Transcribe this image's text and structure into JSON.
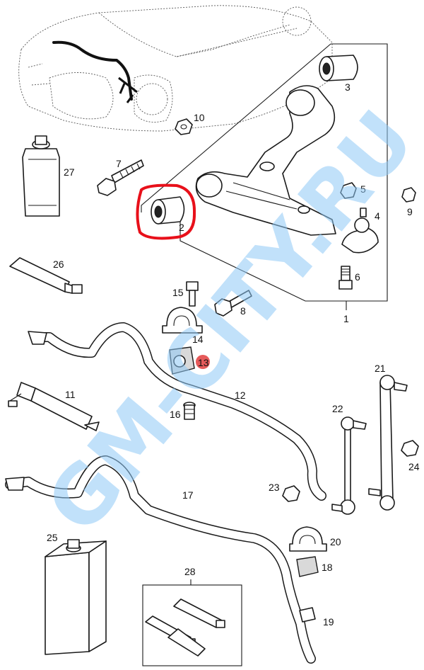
{
  "watermark": "GM-CITY.RU",
  "highlight_color": "#e8101a",
  "marker_color": "#e65a5a",
  "labels": {
    "p1": "1",
    "p2": "2",
    "p3": "3",
    "p4": "4",
    "p5": "5",
    "p6": "6",
    "p7": "7",
    "p8": "8",
    "p9": "9",
    "p10": "10",
    "p11": "11",
    "p12": "12",
    "p13": "13",
    "p14": "14",
    "p15": "15",
    "p16": "16",
    "p17": "17",
    "p18": "18",
    "p19": "19",
    "p20": "20",
    "p21": "21",
    "p22": "22",
    "p23": "23",
    "p24": "24",
    "p25": "25",
    "p26": "26",
    "p27": "27",
    "p28": "28"
  }
}
